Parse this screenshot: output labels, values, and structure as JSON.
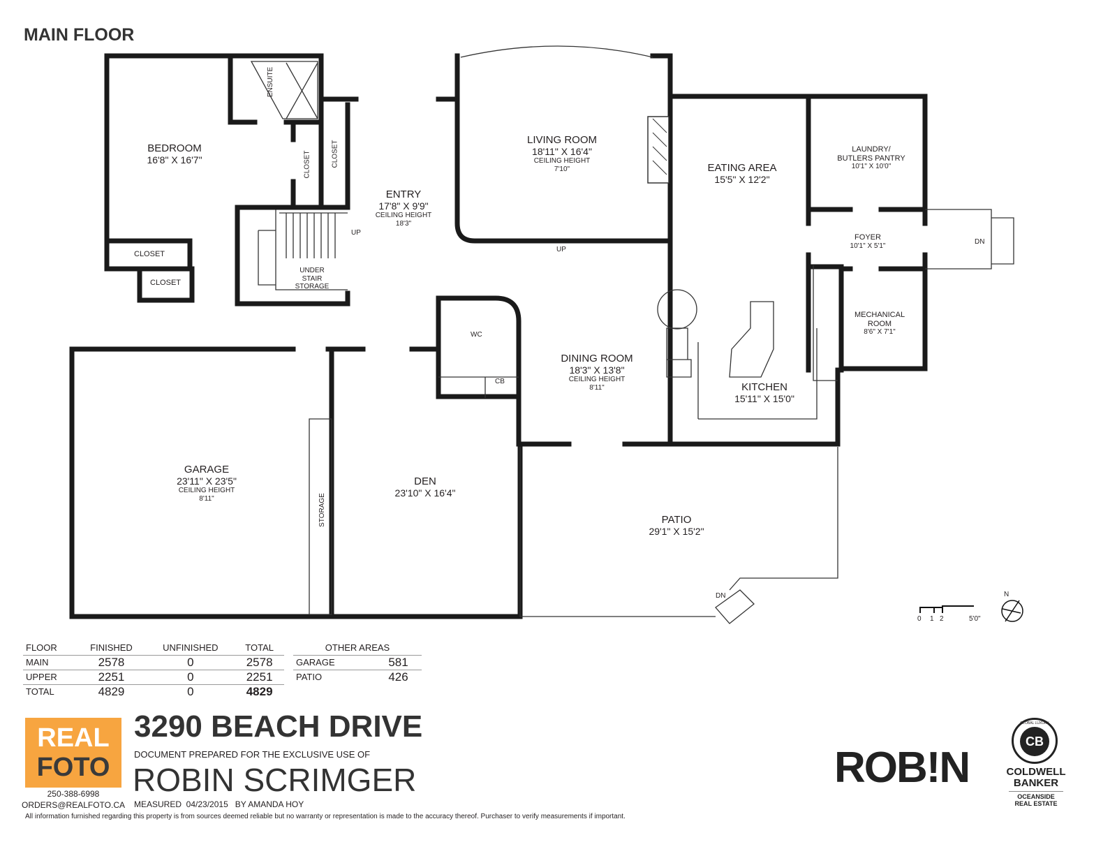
{
  "floor_title": "MAIN FLOOR",
  "rooms": {
    "bedroom": {
      "name": "BEDROOM",
      "dims": "16'8\" X 16'7\""
    },
    "ensuite": {
      "name": "ENSUITE"
    },
    "closet1": {
      "name": "CLOSET"
    },
    "closet2": {
      "name": "CLOSET"
    },
    "closet3": {
      "name": "CLOSET"
    },
    "closet4": {
      "name": "CLOSET"
    },
    "entry": {
      "name": "ENTRY",
      "dims": "17'8\" X 9'9\"",
      "ceiling": "CEILING HEIGHT",
      "ceiling_value": "18'3\""
    },
    "under_stair": {
      "name": "UNDER\nSTAIR\nSTORAGE"
    },
    "living": {
      "name": "LIVING ROOM",
      "dims": "18'11\" X 16'4\"",
      "ceiling": "CEILING HEIGHT",
      "ceiling_value": "7'10\""
    },
    "eating": {
      "name": "EATING AREA",
      "dims": "15'5\" X 12'2\""
    },
    "laundry": {
      "name": "LAUNDRY/\nBUTLERS PANTRY",
      "dims": "10'1\" X 10'0\""
    },
    "foyer": {
      "name": "FOYER",
      "dims": "10'1\" X 5'1\""
    },
    "mechanical": {
      "name": "MECHANICAL\nROOM",
      "dims": "8'6\" X 7'1\""
    },
    "wc": {
      "name": "WC"
    },
    "cb": {
      "name": "CB"
    },
    "dining": {
      "name": "DINING ROOM",
      "dims": "18'3\" X 13'8\"",
      "ceiling": "CEILING HEIGHT",
      "ceiling_value": "8'11\""
    },
    "kitchen": {
      "name": "KITCHEN",
      "dims": "15'11\" X 15'0\""
    },
    "garage": {
      "name": "GARAGE",
      "dims": "23'11\" X 23'5\"",
      "ceiling": "CEILING HEIGHT",
      "ceiling_value": "8'11\""
    },
    "storage": {
      "name": "STORAGE"
    },
    "den": {
      "name": "DEN",
      "dims": "23'10\" X 16'4\""
    },
    "patio": {
      "name": "PATIO",
      "dims": "29'1\" X 15'2\""
    }
  },
  "stairs": {
    "up1": "UP",
    "up2": "UP",
    "dn1": "DN",
    "dn2": "DN"
  },
  "scale": {
    "labels": [
      "0",
      "1",
      "2",
      "5'0\""
    ],
    "north": "N"
  },
  "area_table": {
    "headers": [
      "FLOOR",
      "FINISHED",
      "UNFINISHED",
      "TOTAL"
    ],
    "rows": [
      [
        "MAIN",
        "2578",
        "0",
        "2578"
      ],
      [
        "UPPER",
        "2251",
        "0",
        "2251"
      ],
      [
        "TOTAL",
        "4829",
        "0",
        "4829"
      ]
    ]
  },
  "other_areas": {
    "header": "OTHER AREAS",
    "rows": [
      [
        "GARAGE",
        "581"
      ],
      [
        "PATIO",
        "426"
      ]
    ]
  },
  "footer": {
    "address": "3290 BEACH DRIVE",
    "prepared_for": "DOCUMENT PREPARED FOR THE EXCLUSIVE USE OF",
    "client": "ROBIN SCRIMGER",
    "measured": "MEASURED  04/23/2015   BY AMANDA HOY",
    "disclaimer": "All information furnished regarding this property is from sources deemed reliable but no warranty or representation is made to the accuracy thereof. Purchaser to verify measurements if important.",
    "phone": "250-388-6998",
    "email": "ORDERS@REALFOTO.CA"
  },
  "logos": {
    "realfoto_line1": "REAL",
    "realfoto_line2": "FOTO",
    "robin": "ROB!N",
    "cb_line1": "COLDWELL",
    "cb_line2": "BANKER",
    "cb_line3": "OCEANSIDE",
    "cb_line4": "REAL ESTATE",
    "cb_ring": "GLOBAL LUXURY",
    "cb_mark": "CB"
  },
  "colors": {
    "realfoto_orange": "#f7a540",
    "wall": "#1a1a1a",
    "text": "#231f20"
  }
}
